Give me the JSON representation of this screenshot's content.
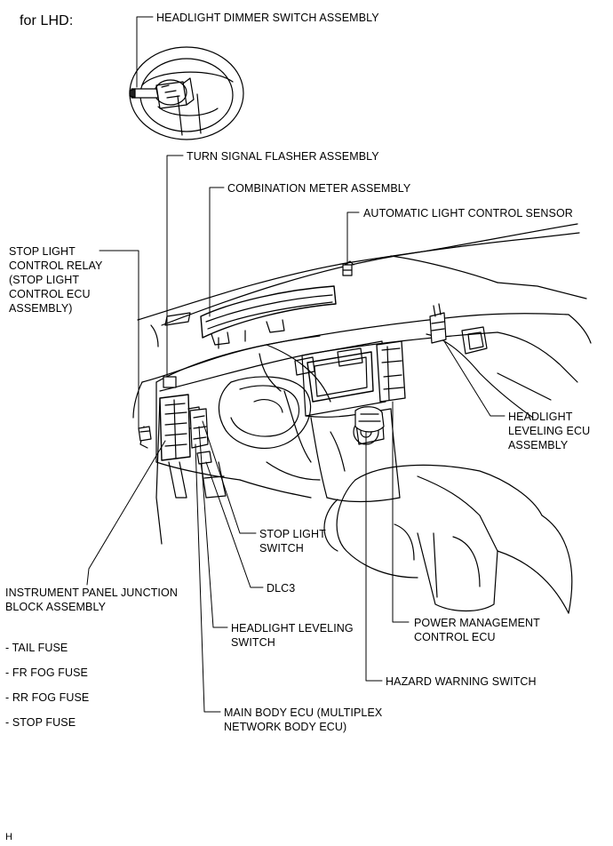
{
  "title": "for LHD:",
  "corner_mark": "H",
  "labels": {
    "headlight_dimmer": "HEADLIGHT DIMMER SWITCH ASSEMBLY",
    "turn_signal": "TURN SIGNAL FLASHER ASSEMBLY",
    "combination_meter": "COMBINATION METER ASSEMBLY",
    "auto_light": "AUTOMATIC LIGHT CONTROL SENSOR",
    "stop_light_relay": "STOP LIGHT\nCONTROL RELAY\n(STOP LIGHT\nCONTROL ECU\nASSEMBLY)",
    "headlight_leveling_ecu": "HEADLIGHT\nLEVELING ECU\nASSEMBLY",
    "stop_light_switch": "STOP LIGHT\nSWITCH",
    "instrument_panel_jb": "INSTRUMENT PANEL JUNCTION\nBLOCK ASSEMBLY",
    "dlc3": "DLC3",
    "headlight_leveling_switch": "HEADLIGHT LEVELING\nSWITCH",
    "power_mgmt": "POWER MANAGEMENT\nCONTROL ECU",
    "hazard": "HAZARD WARNING SWITCH",
    "main_body_ecu": "MAIN BODY ECU (MULTIPLEX\nNETWORK BODY ECU)"
  },
  "fuses": [
    "- TAIL FUSE",
    "- FR FOG FUSE",
    "- RR FOG FUSE",
    "- STOP FUSE"
  ]
}
